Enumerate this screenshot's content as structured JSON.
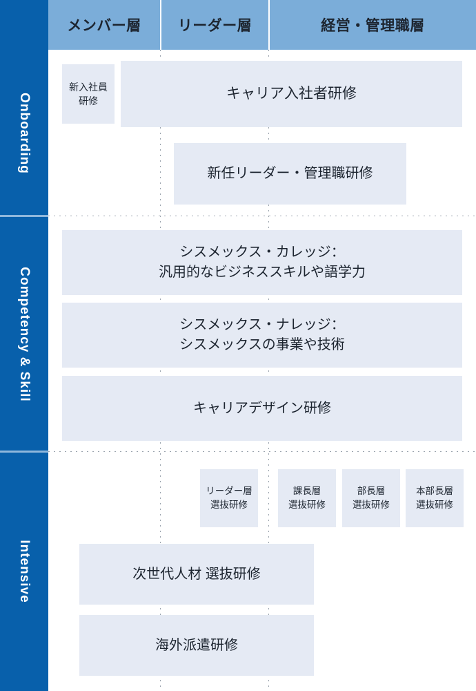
{
  "header": {
    "columns": [
      {
        "label": "メンバー層"
      },
      {
        "label": "リーダー層"
      },
      {
        "label": "経営・管理職層"
      }
    ]
  },
  "sections": [
    {
      "label": "Onboarding"
    },
    {
      "label": "Competency & Skill"
    },
    {
      "label": "Intensive"
    }
  ],
  "boxes": {
    "b0": "新入社員\n研修",
    "b1": "キャリア入社者研修",
    "b2": "新任リーダー・管理職研修",
    "b3": "シスメックス・カレッジ：\n汎用的なビジネススキルや語学力",
    "b4": "シスメックス・ナレッジ：\nシスメックスの事業や技術",
    "b5": "キャリアデザイン研修",
    "b6": "リーダー層\n選抜研修",
    "b7": "課長層\n選抜研修",
    "b8": "部長層\n選抜研修",
    "b9": "本部長層\n選抜研修",
    "b10": "次世代人材 選抜研修",
    "b11": "海外派遣研修"
  },
  "colors": {
    "header_band": "#7BADD9",
    "rail": "#0860AB",
    "box_fill": "#E5EAF4",
    "text": "#1d2530",
    "guide": "#9aa3ad"
  }
}
